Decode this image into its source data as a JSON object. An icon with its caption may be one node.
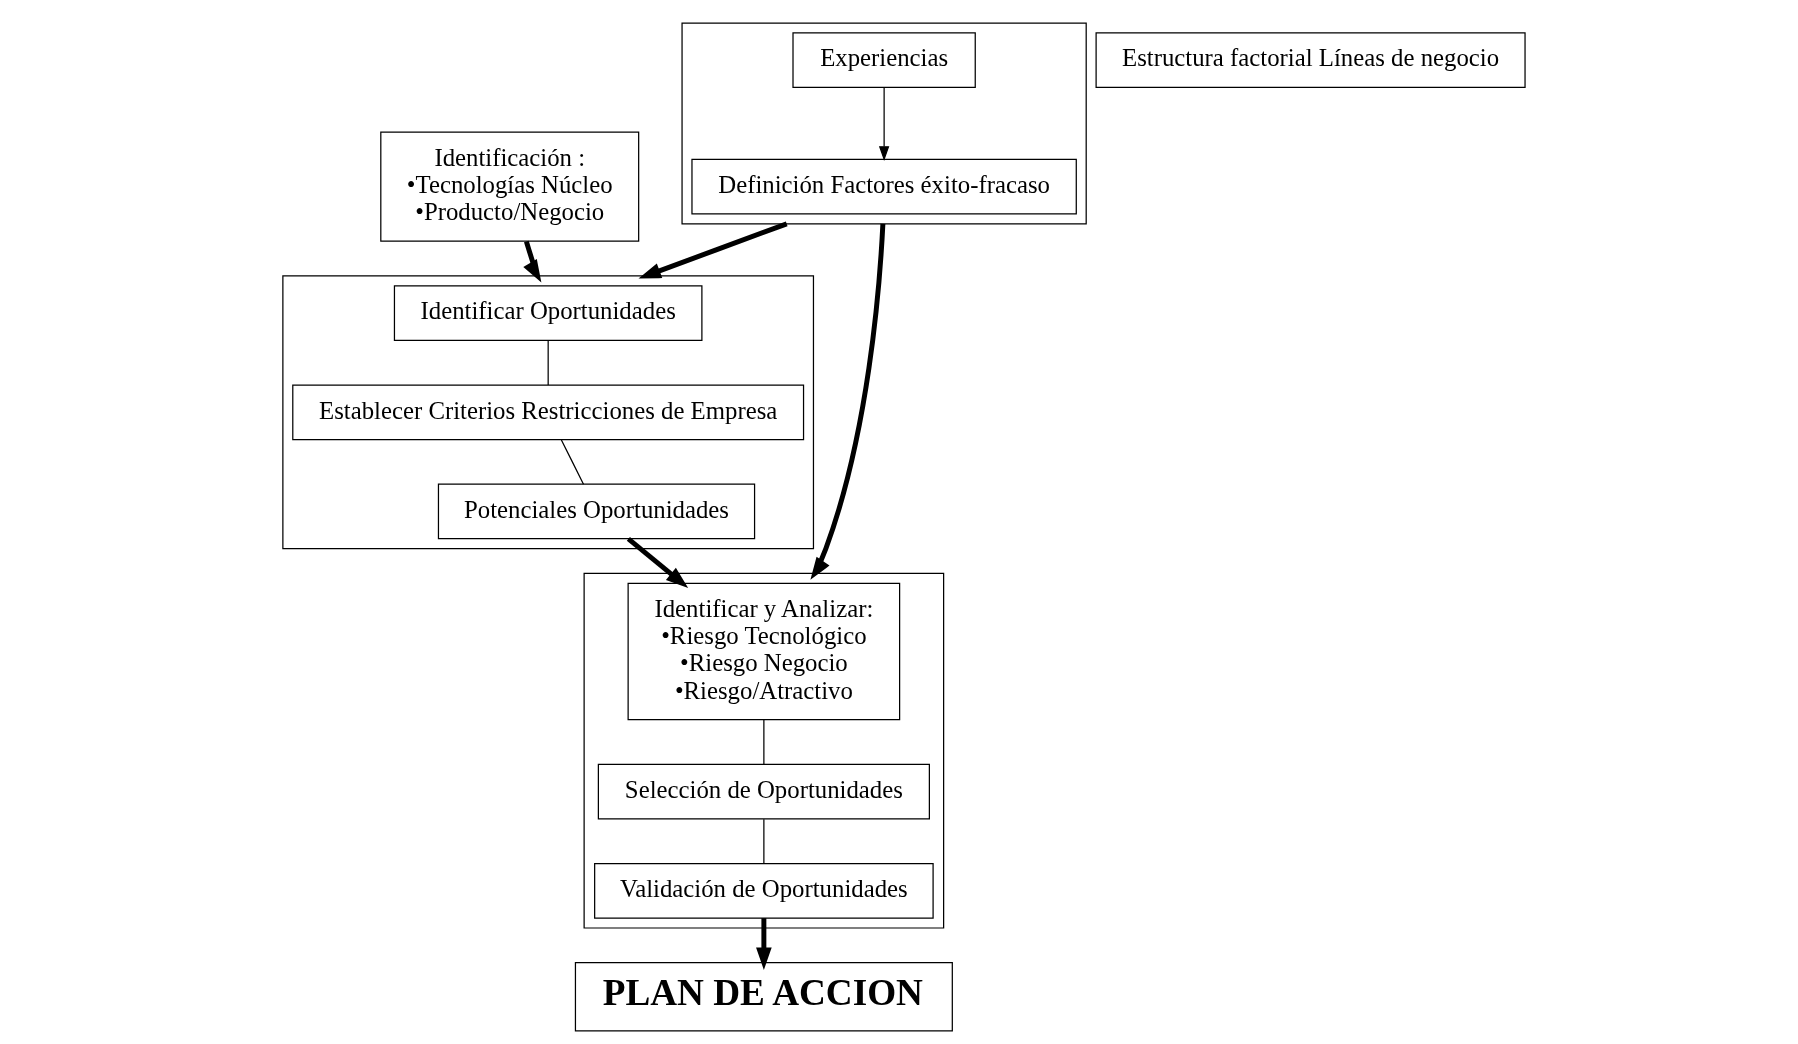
{
  "diagram": {
    "nodes": [
      {
        "text": [],
        "shape": "box"
      },
      {
        "text": [
          "Experiencias"
        ],
        "in": 0
      },
      {
        "text": [
          "Definición Factores éxito-fracaso"
        ],
        "in": 0
      },
      {
        "text": [
          "Estructura factorial Líneas de negocio"
        ]
      },
      {
        "text": [
          "Identificación :",
          "•Tecnologías Núcleo",
          "•Producto/Negocio"
        ]
      },
      {
        "text": [],
        "shape": "box"
      },
      {
        "text": [
          "Identificar Oportunidades"
        ],
        "in": 5
      },
      {
        "text": [
          "Establecer Criterios Restricciones de Empresa"
        ],
        "in": 5
      },
      {
        "text": [
          "Potenciales Oportunidades"
        ],
        "in": 5
      },
      {
        "text": [],
        "shape": "box"
      },
      {
        "text": [
          "Identificar y Analizar:",
          "•Riesgo Tecnológico",
          "•Riesgo Negocio",
          "•Riesgo/Atractivo"
        ],
        "in": 9
      },
      {
        "text": [
          "Selección de Oportunidades"
        ],
        "in": 9
      },
      {
        "text": [
          "Validación de Oportunidades"
        ],
        "in": 9
      },
      {
        "text": [
          "PLAN DE ACCION"
        ]
      }
    ],
    "edges": [
      {
        "from": 1,
        "to": 2,
        "arrow": "to"
      },
      {
        "from": 0,
        "to": 9,
        "arrow": "to",
        "style": "thick"
      },
      {
        "from": 0,
        "to": 5,
        "arrow": "to",
        "style": "thick"
      },
      {
        "from": 4,
        "to": 5,
        "arrow": "to",
        "style": "thick"
      },
      {
        "from": 6,
        "to": 7,
        "arrow": "none"
      },
      {
        "from": 7,
        "to": 8,
        "arrow": "none"
      },
      {
        "from": 8,
        "to": 10,
        "arrow": "to",
        "style": "thick"
      },
      {
        "from": 10,
        "to": 11,
        "arrow": "none"
      },
      {
        "from": 11,
        "to": 12,
        "arrow": "none"
      },
      {
        "from": 12,
        "to": 13,
        "arrow": "to",
        "style": "thick"
      }
    ]
  }
}
